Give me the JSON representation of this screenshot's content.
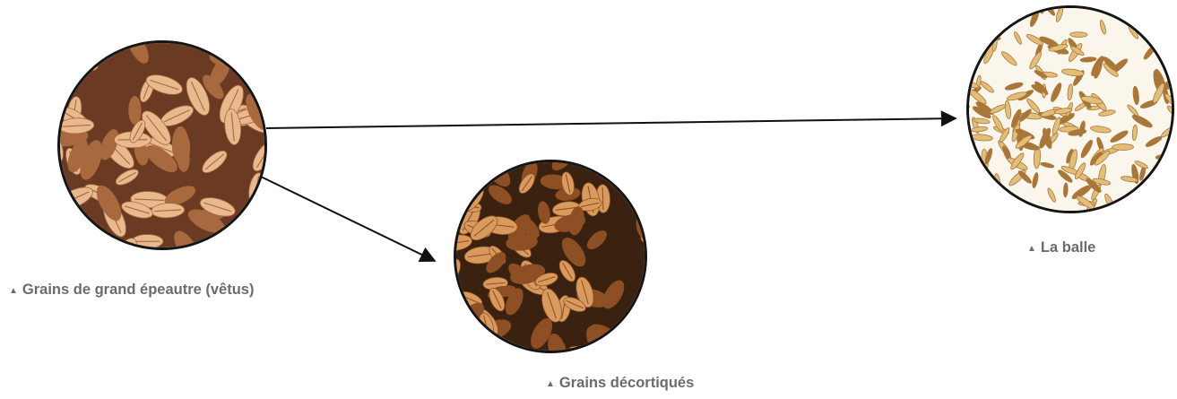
{
  "marker": "▲",
  "nodes": {
    "vetus": {
      "label": "Grains de grand épeautre (vêtus)",
      "color_light": "#e9b98e",
      "color_dark": "#a8693f",
      "bg": "#6a3a22"
    },
    "decort": {
      "label": "Grains décortiqués",
      "color_light": "#d99a5e",
      "color_dark": "#8e4f24",
      "bg": "#3b2210"
    },
    "balle": {
      "label": "La balle",
      "color_light": "#e3bd7a",
      "color_dark": "#a9773a",
      "bg": "#fbf6ec"
    }
  },
  "edges": [
    {
      "from": "vetus",
      "to": "balle"
    },
    {
      "from": "vetus",
      "to": "decort"
    }
  ],
  "colors": {
    "arrow": "#111111",
    "caption": "#6b6b6b",
    "ring": "#151515"
  }
}
